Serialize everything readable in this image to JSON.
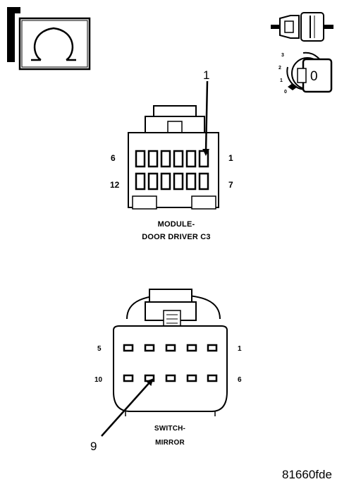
{
  "icons": {
    "ohmmeter": "ohm-symbol-icon",
    "ignition_connector": "connector-plug-icon",
    "ignition_switch": "ignition-key-icon"
  },
  "ignition": {
    "positions": [
      "3",
      "2",
      "1",
      "0"
    ],
    "key_position": "0"
  },
  "connector_c3": {
    "callout": "1",
    "pin_left_top": "6",
    "pin_right_top": "1",
    "pin_left_bottom": "12",
    "pin_right_bottom": "7",
    "caption_line1": "MODULE-",
    "caption_line2": "DOOR DRIVER C3"
  },
  "connector_mirror": {
    "callout": "9",
    "pin_left_top": "5",
    "pin_right_top": "1",
    "pin_left_bottom": "10",
    "pin_right_bottom": "6",
    "caption_line1": "SWITCH-",
    "caption_line2": "MIRROR"
  },
  "figure_id": "81660fde"
}
